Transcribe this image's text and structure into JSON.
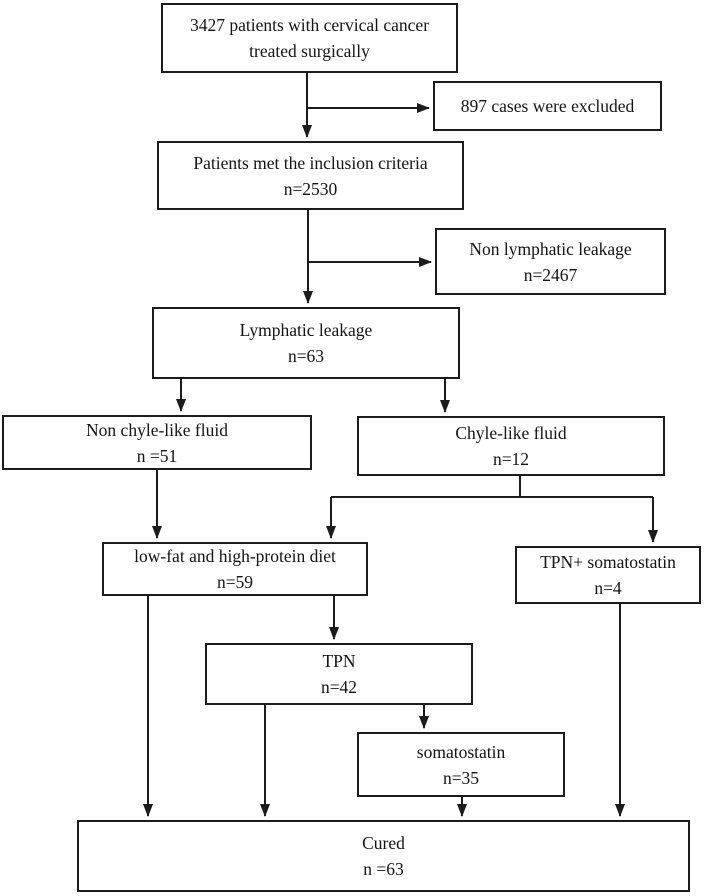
{
  "figure": {
    "type": "patient-flow-diagram",
    "background_color": "#ffffff",
    "line_color": "#1c1c1c",
    "text_color": "#141414"
  },
  "nodes": {
    "surgical": {
      "line1": "3427 patients with cervical cancer",
      "line2": "treated surgically"
    },
    "excluded": {
      "line1": "897 cases were excluded",
      "line2": ""
    },
    "inclusion": {
      "line1": "Patients met the inclusion criteria",
      "line2": "n=2530"
    },
    "nonlymphatic": {
      "line1": "Non lymphatic leakage",
      "line2": "n=2467"
    },
    "lymphatic": {
      "line1": "Lymphatic leakage",
      "line2": "n=63"
    },
    "nonchyle": {
      "line1": "Non chyle-like fluid",
      "line2": "n =51"
    },
    "chyle": {
      "line1": "Chyle-like fluid",
      "line2": "n=12"
    },
    "diet": {
      "line1": "low-fat and high-protein diet",
      "line2": "n=59"
    },
    "tpnsoma": {
      "line1": "TPN+ somatostatin",
      "line2": "n=4"
    },
    "tpn": {
      "line1": "TPN",
      "line2": "n=42"
    },
    "soma": {
      "line1": "somatostatin",
      "line2": "n=35"
    },
    "cured": {
      "line1": "Cured",
      "line2": "n =63"
    }
  },
  "edges": [
    {
      "from": "surgical",
      "to": "inclusion"
    },
    {
      "from": "surgical",
      "to": "excluded"
    },
    {
      "from": "inclusion",
      "to": "lymphatic"
    },
    {
      "from": "inclusion",
      "to": "nonlymphatic"
    },
    {
      "from": "lymphatic",
      "to": "nonchyle"
    },
    {
      "from": "lymphatic",
      "to": "chyle"
    },
    {
      "from": "nonchyle",
      "to": "diet"
    },
    {
      "from": "chyle",
      "to": "diet"
    },
    {
      "from": "chyle",
      "to": "tpnsoma"
    },
    {
      "from": "diet",
      "to": "tpn"
    },
    {
      "from": "diet",
      "to": "cured"
    },
    {
      "from": "tpn",
      "to": "soma"
    },
    {
      "from": "tpn",
      "to": "cured"
    },
    {
      "from": "soma",
      "to": "cured"
    },
    {
      "from": "tpnsoma",
      "to": "cured"
    }
  ]
}
